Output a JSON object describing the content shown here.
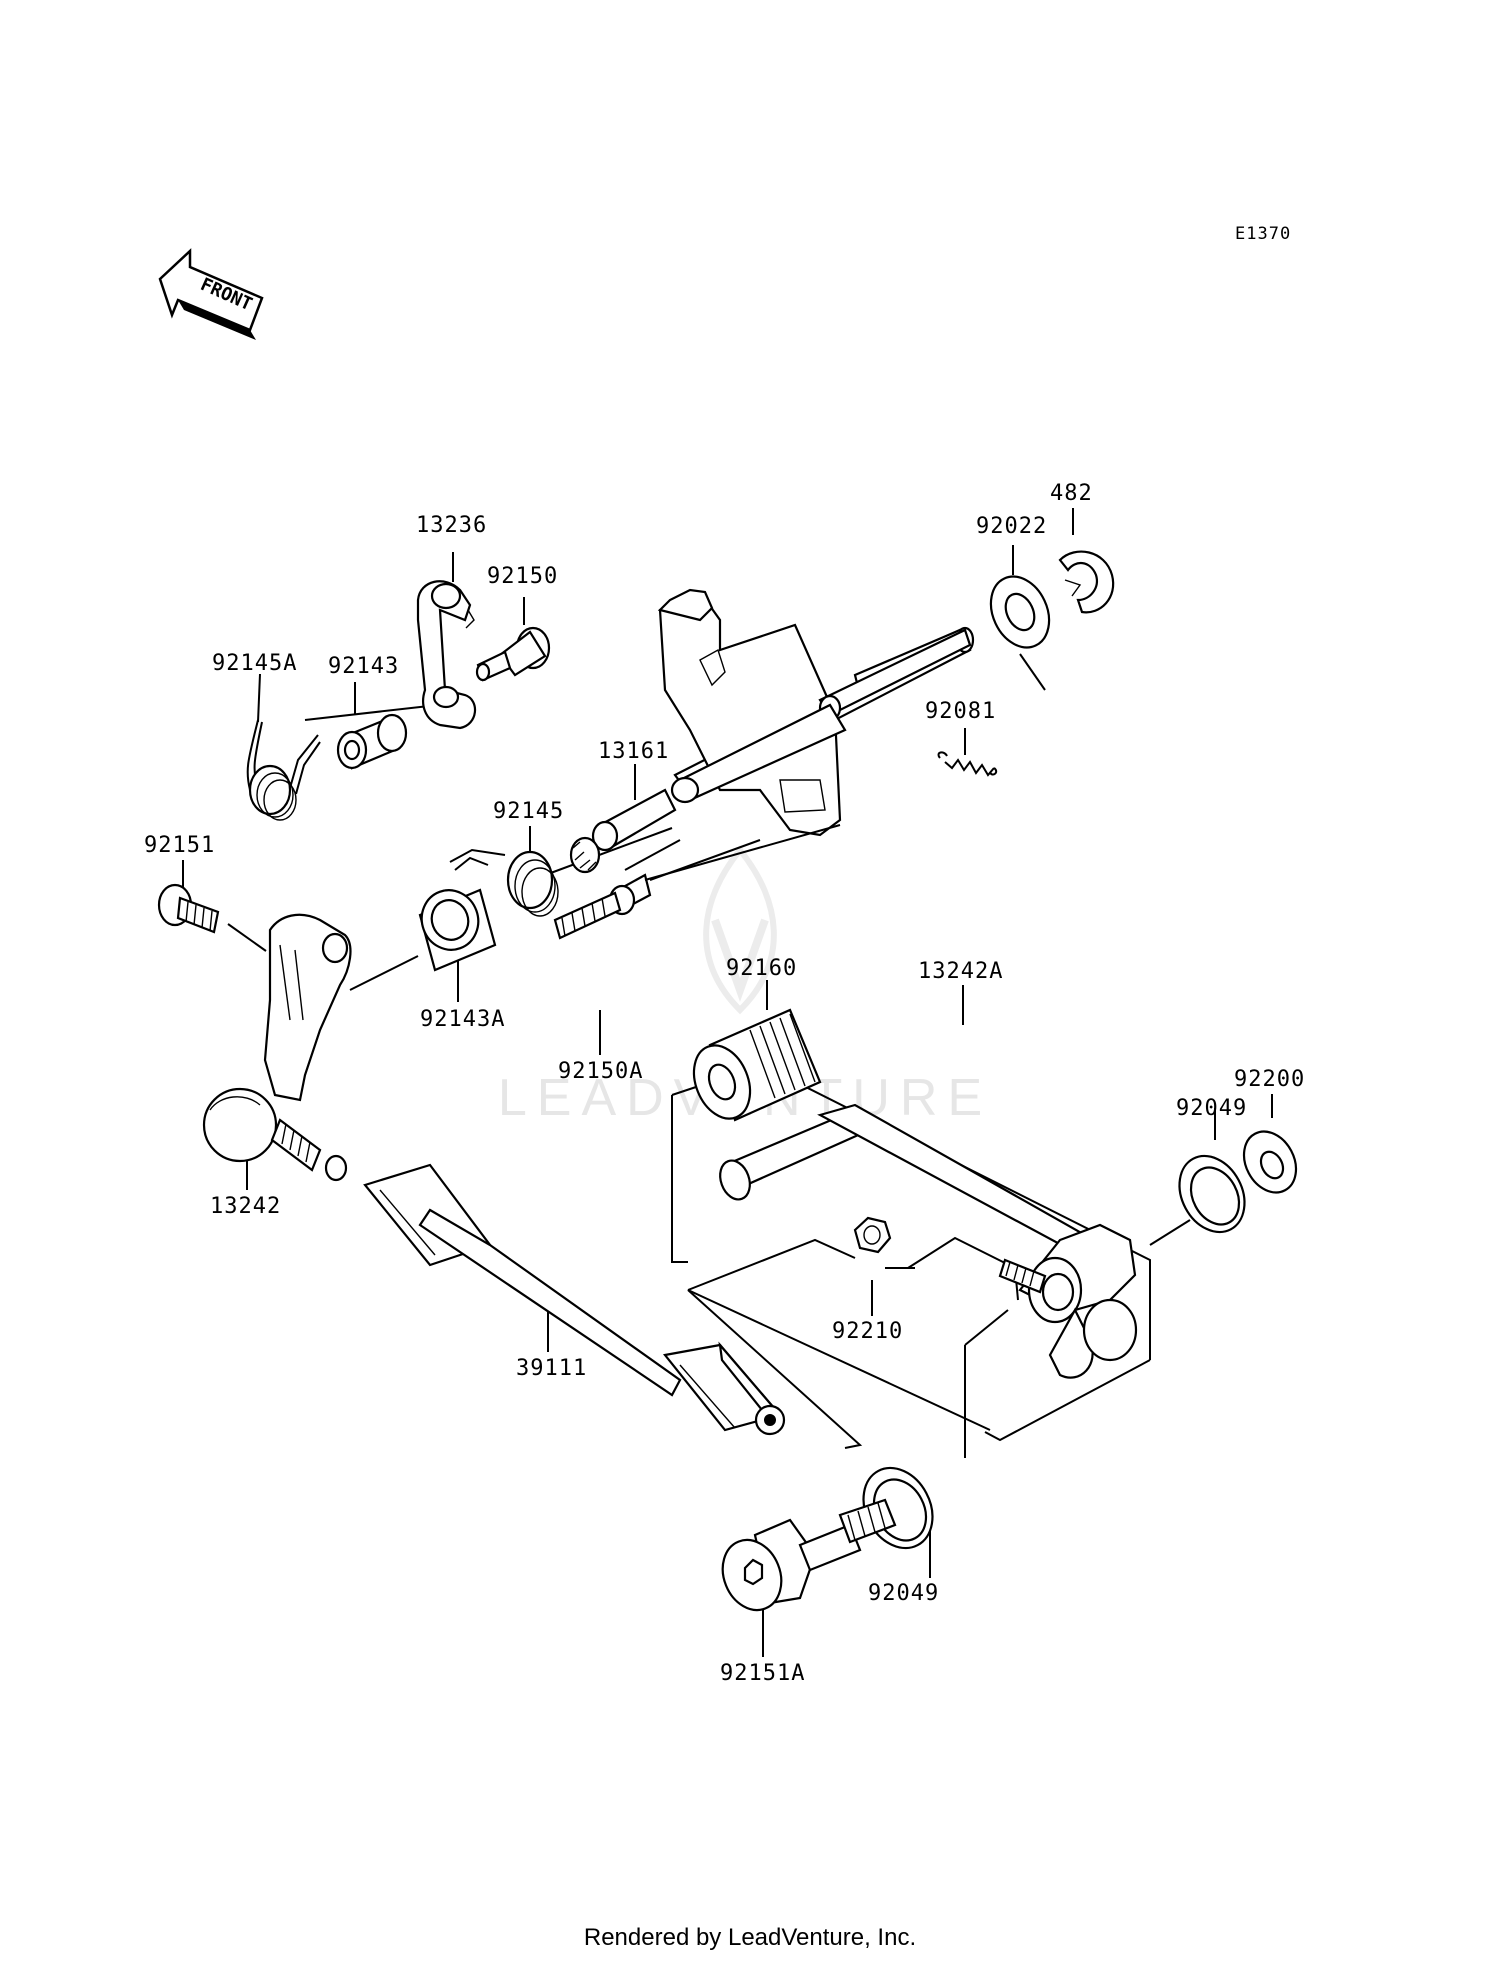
{
  "diagram_code": "E1370",
  "front_arrow_label": "FRONT",
  "watermark": "LEADVENTURE",
  "footer_text": "Rendered by LeadVenture, Inc.",
  "parts": {
    "p13236": "13236",
    "p92150": "92150",
    "p92145A": "92145A",
    "p92143": "92143",
    "p13161": "13161",
    "p92145": "92145",
    "p92151": "92151",
    "p92143A": "92143A",
    "p92150A": "92150A",
    "p13242": "13242",
    "p39111": "39111",
    "p92022": "92022",
    "p482": "482",
    "p92081": "92081",
    "p92160": "92160",
    "p13242A": "13242A",
    "p92200": "92200",
    "p92049a": "92049",
    "p92210": "92210",
    "p92049b": "92049",
    "p92151A": "92151A"
  }
}
